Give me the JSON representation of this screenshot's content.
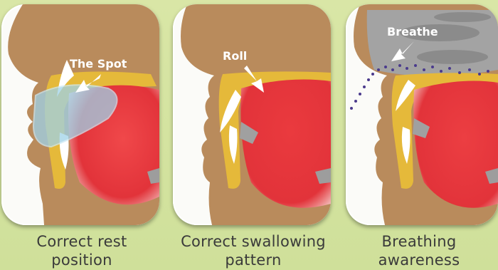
{
  "panels": [
    {
      "label": "The Spot",
      "caption_line1": "Correct rest",
      "caption_line2": "position"
    },
    {
      "label": "Roll",
      "caption_line1": "Correct swallowing",
      "caption_line2": "pattern"
    },
    {
      "label": "Breathe",
      "caption_line1": "Breathing",
      "caption_line2": "awareness"
    }
  ],
  "colors": {
    "skin": "#b98b5c",
    "tongue": "#e2333a",
    "palate": "#e5b93a",
    "bone": "#9d9d9d",
    "background": "#d4e39e"
  }
}
